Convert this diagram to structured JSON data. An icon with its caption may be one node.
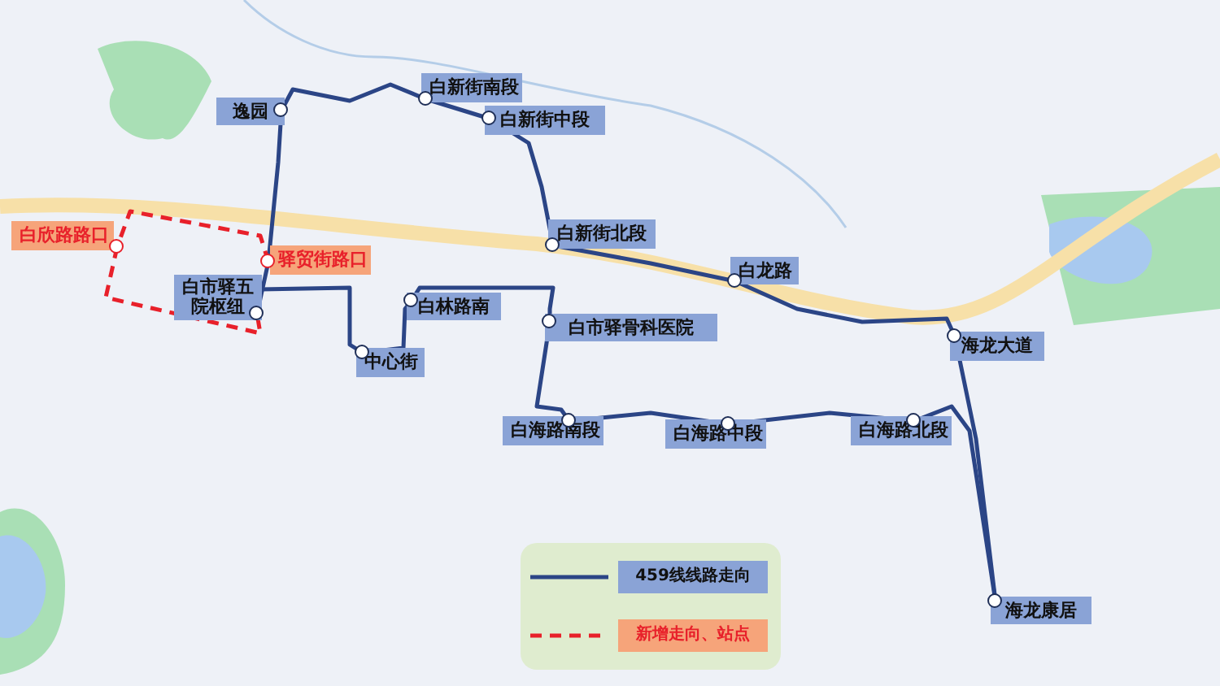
{
  "diagram": {
    "nodes": [
      {
        "text": [
          "白欣路路口"
        ]
      },
      {
        "text": [
          "驿贸街路口"
        ]
      },
      {
        "text": [
          "白市驿五院枢纽"
        ]
      },
      {
        "text": [
          "逸园"
        ]
      },
      {
        "text": [
          "白新街南段"
        ]
      },
      {
        "text": [
          "白新街中段"
        ]
      },
      {
        "text": [
          "白新街北段"
        ]
      },
      {
        "text": [
          "白龙路"
        ]
      },
      {
        "text": [
          "海龙大道"
        ]
      },
      {
        "text": [
          "海龙康居"
        ]
      },
      {
        "text": [
          "白林路南"
        ]
      },
      {
        "text": [
          "白市驿骨科医院"
        ]
      },
      {
        "text": [
          "中心街"
        ]
      },
      {
        "text": [
          "白海路南段"
        ]
      },
      {
        "text": [
          "白海路中段"
        ]
      },
      {
        "text": [
          "白海路北段"
        ]
      }
    ],
    "edges": [
      {
        "from": 3,
        "to": 1,
        "arrow": "none"
      },
      {
        "from": 1,
        "to": 2,
        "arrow": "none"
      },
      {
        "from": 3,
        "to": 4,
        "arrow": "none"
      },
      {
        "from": 4,
        "to": 5,
        "arrow": "none"
      },
      {
        "from": 5,
        "to": 6,
        "arrow": "none"
      },
      {
        "from": 6,
        "to": 7,
        "arrow": "none"
      },
      {
        "from": 7,
        "to": 8,
        "arrow": "none"
      },
      {
        "from": 8,
        "to": 9,
        "arrow": "none"
      },
      {
        "from": 2,
        "to": 12,
        "arrow": "none"
      },
      {
        "from": 12,
        "to": 10,
        "arrow": "none"
      },
      {
        "from": 10,
        "to": 11,
        "arrow": "none"
      },
      {
        "from": 11,
        "to": 13,
        "arrow": "none"
      },
      {
        "from": 13,
        "to": 14,
        "arrow": "none"
      },
      {
        "from": 14,
        "to": 15,
        "arrow": "none"
      },
      {
        "from": 15,
        "to": 9,
        "arrow": "none"
      },
      {
        "from": 1,
        "to": 0,
        "arrow": "none",
        "style": "dashed",
        "color": "#e8202a"
      },
      {
        "from": 0,
        "to": 2,
        "arrow": "none",
        "style": "dashed",
        "color": "#e8202a"
      }
    ],
    "legend": [
      {
        "text": "459线线路走向"
      },
      {
        "text": "新增走向、站点"
      }
    ]
  }
}
